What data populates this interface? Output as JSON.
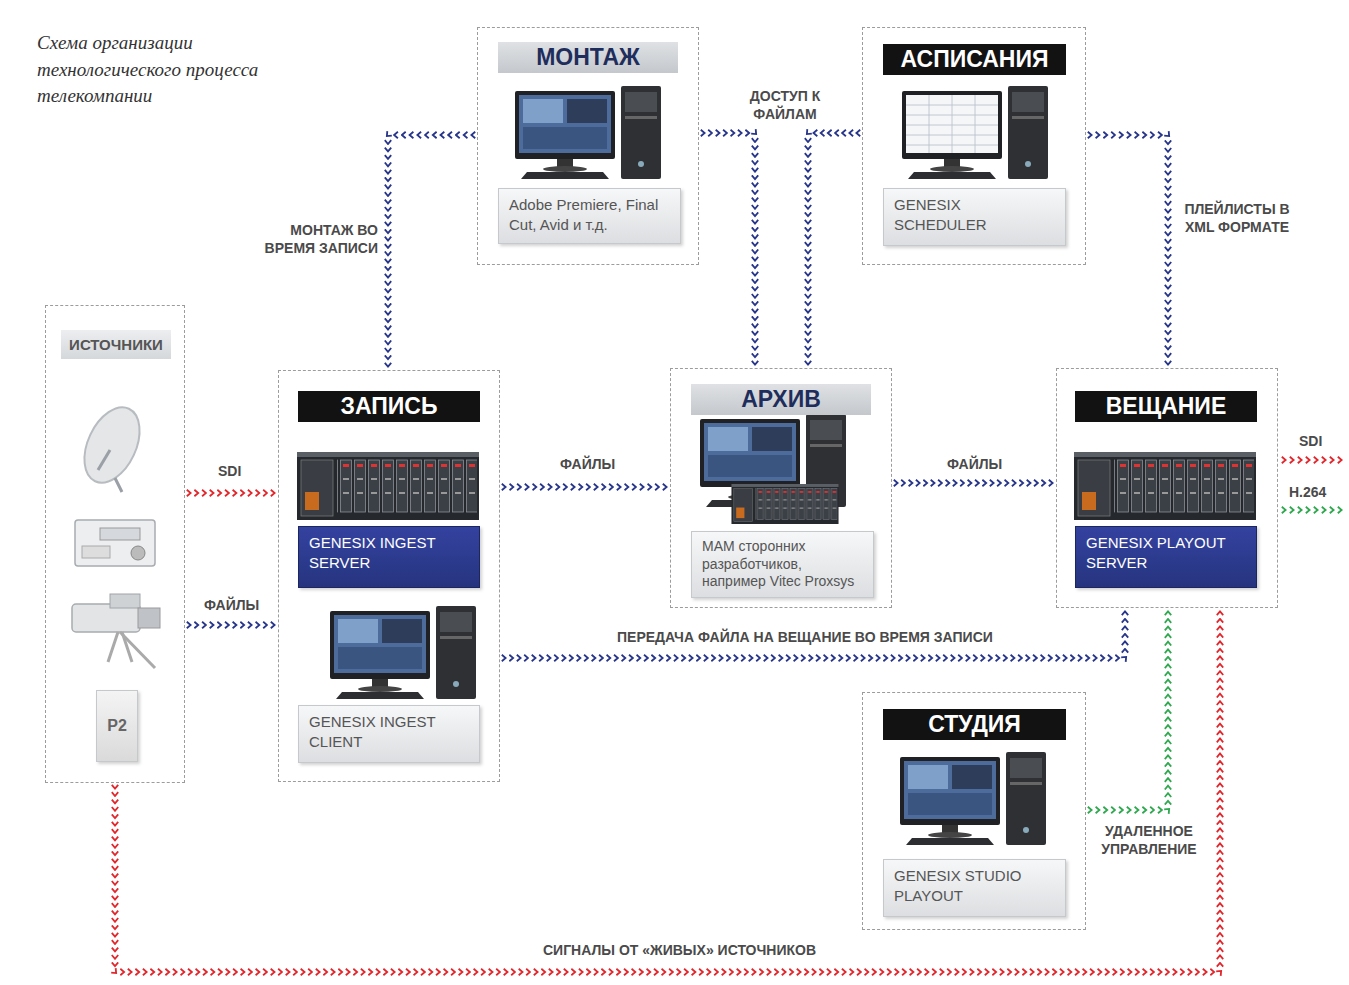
{
  "diagram": {
    "title": "Схема организации технологического процесса телекомпании",
    "nodes": [
      {
        "text": [
          "ИСТОЧНИКИ"
        ]
      },
      {
        "text": [
          "P2"
        ],
        "in": 0
      },
      {
        "text": [
          "МОНТАЖ"
        ]
      },
      {
        "text": [
          "Adobe Premiere, Final Cut, Avid и т.д."
        ],
        "in": 2
      },
      {
        "text": [
          "АСПИСАНИЯ"
        ]
      },
      {
        "text": [
          "GENESIX SCHEDULER"
        ],
        "in": 4
      },
      {
        "text": [
          "ЗАПИСЬ"
        ]
      },
      {
        "text": [
          "GENESIX INGEST SERVER"
        ],
        "in": 6
      },
      {
        "text": [
          "GENESIX INGEST CLIENT"
        ],
        "in": 6
      },
      {
        "text": [
          "АРХИВ"
        ]
      },
      {
        "text": [
          "MAM сторонних разработчиков, например Vitec Proxsys"
        ],
        "in": 9
      },
      {
        "text": [
          "ВЕЩАНИЕ"
        ]
      },
      {
        "text": [
          "GENESIX PLAYOUT SERVER"
        ],
        "in": 11
      },
      {
        "text": [
          "СТУДИЯ"
        ]
      },
      {
        "text": [
          "GENESIX STUDIO PLAYOUT"
        ],
        "in": 13
      }
    ],
    "edges": [
      {
        "from": 0,
        "to": 6,
        "label": "SDI",
        "arrow": "to"
      },
      {
        "from": 0,
        "to": 6,
        "label": "ФАЙЛЫ",
        "arrow": "to"
      },
      {
        "from": 2,
        "to": 6,
        "label": "МОНТАЖ ВО ВРЕМЯ ЗАПИСИ",
        "arrow": "to"
      },
      {
        "from": 2,
        "to": 9,
        "label": "ДОСТУП К ФАЙЛАМ",
        "arrow": "to"
      },
      {
        "from": 4,
        "to": 9,
        "arrow": "to"
      },
      {
        "from": 4,
        "to": 11,
        "label": "ПЛЕЙЛИСТЫ В XML ФОРМАТЕ",
        "arrow": "to"
      },
      {
        "from": 6,
        "to": 9,
        "label": "ФАЙЛЫ",
        "arrow": "to"
      },
      {
        "from": 9,
        "to": 11,
        "label": "ФАЙЛЫ",
        "arrow": "to"
      },
      {
        "from": 6,
        "to": 11,
        "label": "ПЕРЕДАЧА ФАЙЛА НА ВЕЩАНИЕ ВО ВРЕМЯ ЗАПИСИ",
        "arrow": "to"
      },
      {
        "from": 13,
        "to": 11,
        "label": "УДАЛЕННОЕ УПРАВЛЕНИЕ",
        "arrow": "to"
      },
      {
        "from": 0,
        "to": 11,
        "label": "СИГНАЛЫ ОТ «ЖИВЫХ» ИСТОЧНИКОВ",
        "arrow": "to"
      }
    ],
    "labels": [
      "SDI",
      "H.264"
    ]
  }
}
